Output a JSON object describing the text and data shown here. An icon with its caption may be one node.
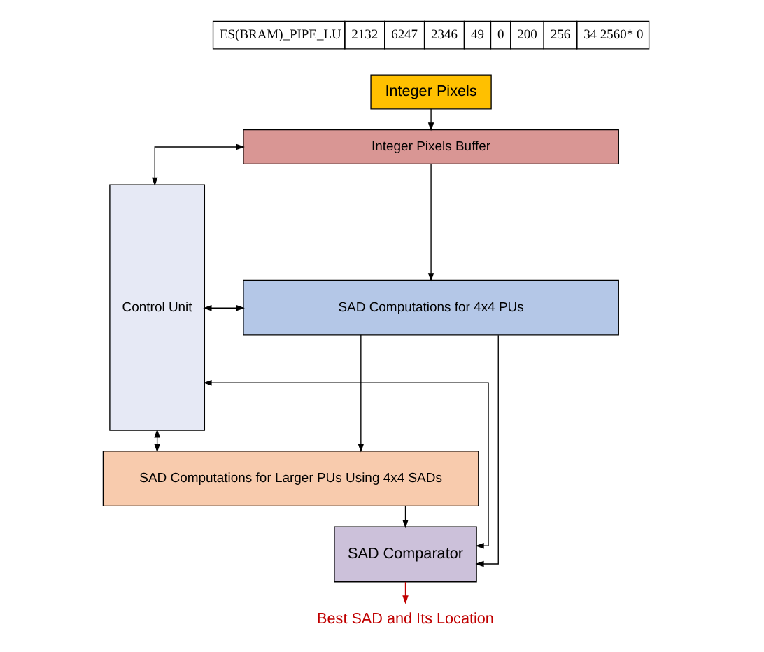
{
  "diagram": {
    "nodes": [
      {
        "text": [
          "Integer Pixels"
        ]
      },
      {
        "text": [
          "Control Unit"
        ]
      },
      {
        "text": [
          "Integer Pixels Buffer"
        ]
      },
      {
        "text": [
          "SAD Computations for 4x4 PUs"
        ]
      },
      {
        "text": [
          "SAD Computations for Larger PUs Using 4x4 SADs"
        ]
      },
      {
        "text": [
          "SAD Comparator"
        ]
      },
      {
        "text": [
          "Best SAD and Its Location"
        ]
      }
    ],
    "edges": [
      {
        "from": 0,
        "to": 2,
        "arrow": "to"
      },
      {
        "from": 1,
        "to": 2,
        "arrow": "both"
      },
      {
        "from": 2,
        "to": 3,
        "arrow": "to"
      },
      {
        "from": 1,
        "to": 3,
        "arrow": "both"
      },
      {
        "from": 3,
        "to": 4,
        "arrow": "to"
      },
      {
        "from": 1,
        "to": 4,
        "arrow": "both"
      },
      {
        "from": 4,
        "to": 5,
        "arrow": "to"
      },
      {
        "from": 1,
        "to": 5,
        "arrow": "both"
      },
      {
        "from": 3,
        "to": 5,
        "arrow": "to"
      },
      {
        "from": 5,
        "to": 6,
        "arrow": "to",
        "color": "#c00000"
      }
    ],
    "labels": [
      "ES(BRAM)_PIPE_LU",
      "2132",
      "6247",
      "2346",
      "49",
      "0",
      "200",
      "256",
      "34 2560* 0"
    ]
  }
}
